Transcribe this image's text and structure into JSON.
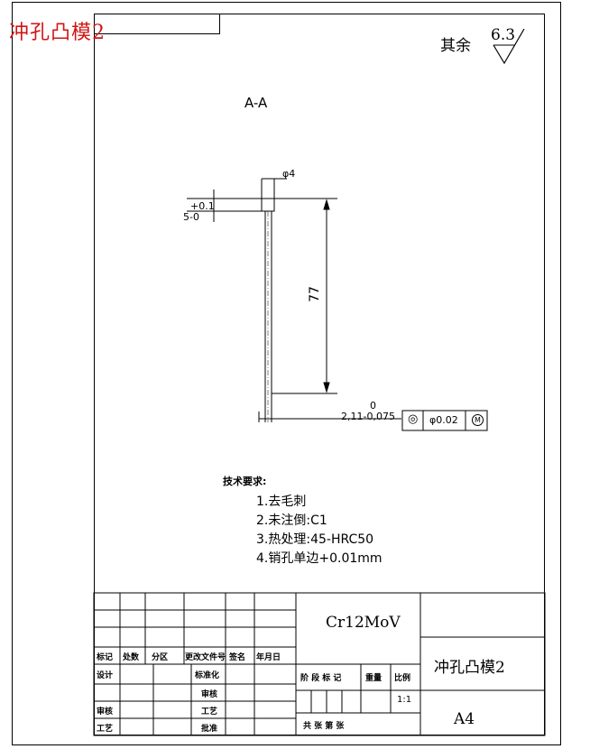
{
  "header": {
    "title": "冲孔凸模2"
  },
  "roughness": {
    "label": "其余",
    "value": "6.3"
  },
  "section": {
    "label": "A-A"
  },
  "dimensions": {
    "diameter": "φ4",
    "head_tol_upper": "+0.1",
    "head_height": "5-0",
    "length": "77",
    "shank_tol_upper": "0",
    "shank_dia": "2,11-0,075",
    "fcf_symbol": "◎",
    "fcf_value": "φ0.02",
    "fcf_modifier": "M"
  },
  "requirements": {
    "title": "技术要求:",
    "items": [
      "1.去毛刺",
      "2.未注倒:C1",
      "3.热处理:45-HRC50",
      "4.销孔单边+0.01mm"
    ]
  },
  "title_block": {
    "headers": [
      "标记",
      "处数",
      "分区",
      "更改文件号",
      "签名",
      "年月日"
    ],
    "design": "设计",
    "standardize": "标准化",
    "review": "审核",
    "process": "工艺",
    "audit": "审核",
    "approve": "批准",
    "stage_label": "阶 段 标 记",
    "weight_label": "重量",
    "ratio_label": "比例",
    "scale": "1:1",
    "total_sheets": "共  张  第  张",
    "material": "Cr12MoV",
    "part_name": "冲孔凸模2",
    "paper": "A4"
  }
}
